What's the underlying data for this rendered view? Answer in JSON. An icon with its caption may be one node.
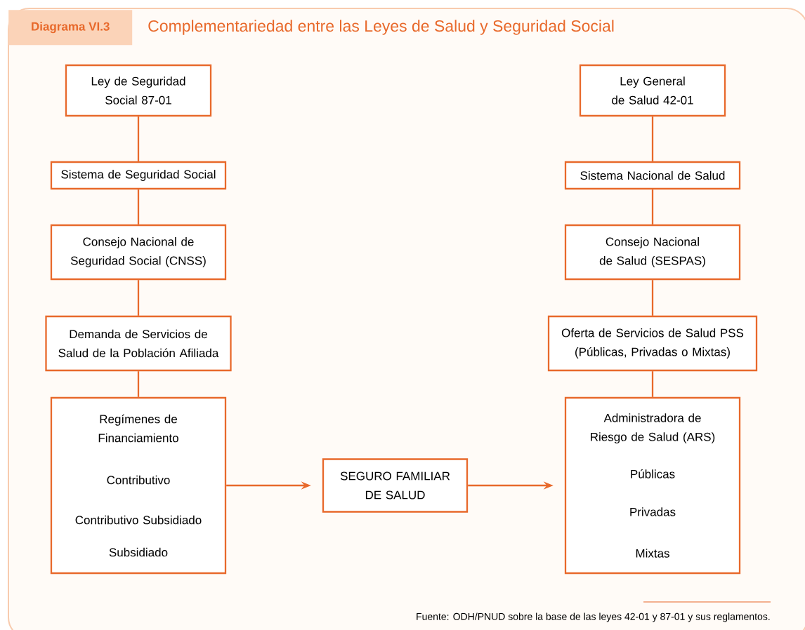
{
  "diagram": {
    "title": "Complementariedad entre las Leyes de Salud y Seguridad Social",
    "caption": "Fuente: ODH/PNUD sobre la base de las leyes 42-01 y 87-01 y sus reglamentos.",
    "labels": [
      "Diagrama VI.3"
    ],
    "nodes": [
      {
        "text": [
          "Ley de Seguridad Social 87-01"
        ]
      },
      {
        "text": [
          "Sistema de Seguridad Social"
        ]
      },
      {
        "text": [
          "Consejo Nacional de Seguridad Social (CNSS)"
        ]
      },
      {
        "text": [
          "Demanda de Servicios de Salud de la Población Afiliada"
        ]
      },
      {
        "text": [
          "Regímenes de Financiamiento",
          "Contributivo",
          "Contributivo Subsidiado",
          "Subsidiado"
        ]
      },
      {
        "text": [
          "SEGURO FAMILIAR DE SALUD"
        ]
      },
      {
        "text": [
          "Ley General de Salud 42-01"
        ]
      },
      {
        "text": [
          "Sistema Nacional de Salud"
        ]
      },
      {
        "text": [
          "Consejo Nacional de Salud (SESPAS)"
        ]
      },
      {
        "text": [
          "Oferta de Servicios de Salud PSS (Públicas, Privadas o Mixtas)"
        ]
      },
      {
        "text": [
          "Administradora de Riesgo de Salud (ARS)",
          "Públicas",
          "Privadas",
          "Mixtas"
        ]
      }
    ],
    "edges": [
      {
        "from": 0,
        "to": 1,
        "arrow": "none"
      },
      {
        "from": 1,
        "to": 2,
        "arrow": "none"
      },
      {
        "from": 2,
        "to": 3,
        "arrow": "none"
      },
      {
        "from": 3,
        "to": 4,
        "arrow": "none"
      },
      {
        "from": 4,
        "to": 5,
        "arrow": "to"
      },
      {
        "from": 5,
        "to": 10,
        "arrow": "to"
      },
      {
        "from": 6,
        "to": 7,
        "arrow": "none"
      },
      {
        "from": 7,
        "to": 8,
        "arrow": "none"
      },
      {
        "from": 8,
        "to": 9,
        "arrow": "none"
      },
      {
        "from": 9,
        "to": 10,
        "arrow": "none"
      }
    ]
  }
}
